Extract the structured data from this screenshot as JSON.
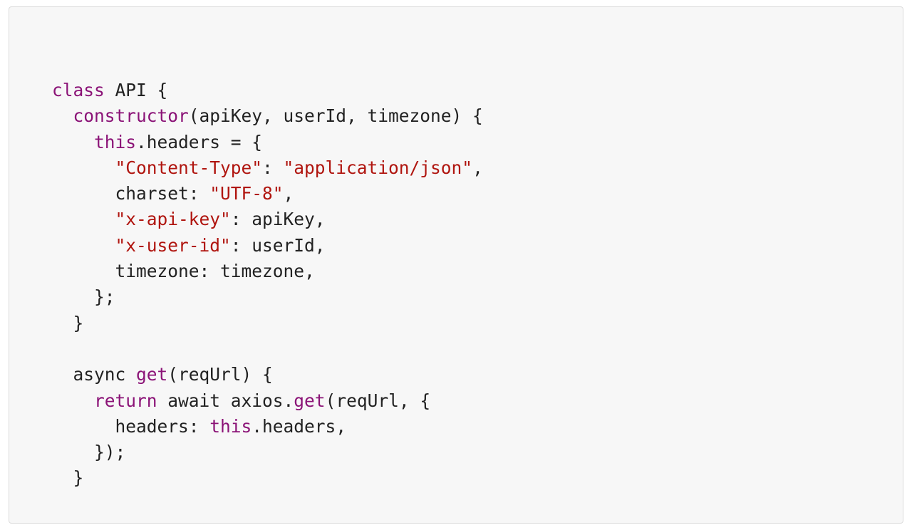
{
  "code": {
    "language": "javascript",
    "colors": {
      "background": "#f7f7f7",
      "border": "#dcdcdc",
      "plain": "#222222",
      "keyword": "#8b1377",
      "string": "#b0150f"
    },
    "lines": [
      [
        {
          "t": "class",
          "k": "keyword"
        },
        {
          "t": " API {",
          "k": "plain"
        }
      ],
      [
        {
          "t": "  ",
          "k": "plain"
        },
        {
          "t": "constructor",
          "k": "keyword"
        },
        {
          "t": "(apiKey, userId, timezone) {",
          "k": "plain"
        }
      ],
      [
        {
          "t": "    ",
          "k": "plain"
        },
        {
          "t": "this",
          "k": "keyword"
        },
        {
          "t": ".headers = {",
          "k": "plain"
        }
      ],
      [
        {
          "t": "      ",
          "k": "plain"
        },
        {
          "t": "\"Content-Type\"",
          "k": "string"
        },
        {
          "t": ": ",
          "k": "plain"
        },
        {
          "t": "\"application/json\"",
          "k": "string"
        },
        {
          "t": ",",
          "k": "plain"
        }
      ],
      [
        {
          "t": "      charset: ",
          "k": "plain"
        },
        {
          "t": "\"UTF-8\"",
          "k": "string"
        },
        {
          "t": ",",
          "k": "plain"
        }
      ],
      [
        {
          "t": "      ",
          "k": "plain"
        },
        {
          "t": "\"x-api-key\"",
          "k": "string"
        },
        {
          "t": ": apiKey,",
          "k": "plain"
        }
      ],
      [
        {
          "t": "      ",
          "k": "plain"
        },
        {
          "t": "\"x-user-id\"",
          "k": "string"
        },
        {
          "t": ": userId,",
          "k": "plain"
        }
      ],
      [
        {
          "t": "      timezone: timezone,",
          "k": "plain"
        }
      ],
      [
        {
          "t": "    };",
          "k": "plain"
        }
      ],
      [
        {
          "t": "  }",
          "k": "plain"
        }
      ],
      [],
      [
        {
          "t": "  async ",
          "k": "plain"
        },
        {
          "t": "get",
          "k": "keyword"
        },
        {
          "t": "(reqUrl) {",
          "k": "plain"
        }
      ],
      [
        {
          "t": "    ",
          "k": "plain"
        },
        {
          "t": "return",
          "k": "keyword"
        },
        {
          "t": " await axios.",
          "k": "plain"
        },
        {
          "t": "get",
          "k": "keyword"
        },
        {
          "t": "(reqUrl, {",
          "k": "plain"
        }
      ],
      [
        {
          "t": "      headers: ",
          "k": "plain"
        },
        {
          "t": "this",
          "k": "keyword"
        },
        {
          "t": ".headers,",
          "k": "plain"
        }
      ],
      [
        {
          "t": "    });",
          "k": "plain"
        }
      ],
      [
        {
          "t": "  }",
          "k": "plain"
        }
      ]
    ]
  }
}
